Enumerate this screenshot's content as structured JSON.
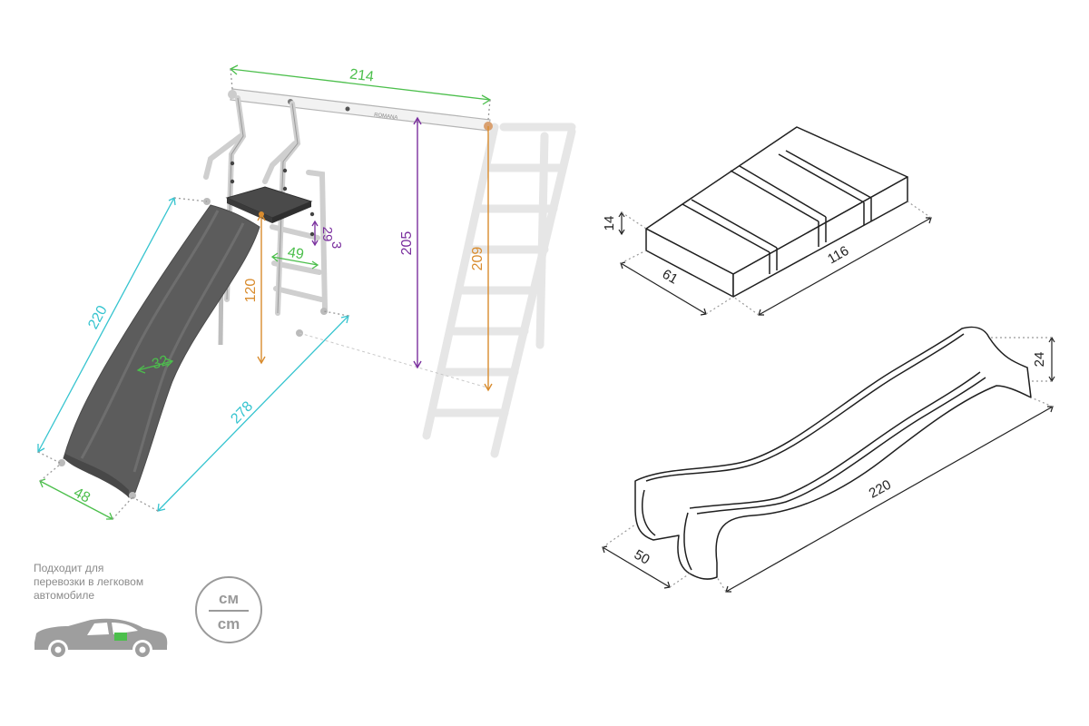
{
  "colors": {
    "green": "#4cbf4c",
    "cyan": "#35c4cf",
    "purple": "#7a2f9e",
    "orange": "#d98c2e",
    "gray": "#9a9a9a",
    "slide_fill": "#5c5c5c",
    "line": "#222222"
  },
  "assembled": {
    "width_top": "214",
    "slide_length": "220",
    "slide_width": "48",
    "slide_inner_width": "32",
    "total_length": "278",
    "platform_height": "120",
    "bar_height": "205",
    "ladder_height": "209",
    "step_width": "49",
    "step_height": "29",
    "step_offset": "3"
  },
  "package": {
    "height": "14",
    "depth": "61",
    "length": "116"
  },
  "slide_part": {
    "height": "24",
    "width": "50",
    "length": "220"
  },
  "transport": {
    "lines": [
      "Подходит для",
      "перевозки в легковом",
      "автомобиле"
    ]
  },
  "units": {
    "top": "см",
    "bottom": "cm"
  }
}
